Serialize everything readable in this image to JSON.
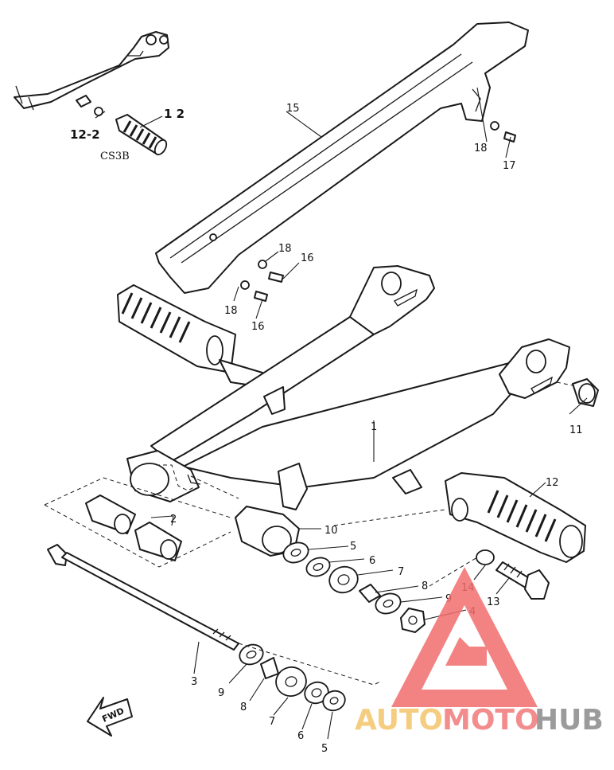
{
  "diagram": {
    "variant_label": "CS3B",
    "fwd_label": "FWD",
    "callouts": {
      "c1": "1",
      "c2": "2",
      "c3": "3",
      "c4": "4",
      "c5a": "5",
      "c5b": "5",
      "c6a": "6",
      "c6b": "6",
      "c7a": "7",
      "c7b": "7",
      "c8a": "8",
      "c8b": "8",
      "c9a": "9",
      "c9b": "9",
      "c10": "10",
      "c11": "11",
      "c12": "12",
      "c12top": "1 2",
      "c12_2": "12-2",
      "c13": "13",
      "c14": "14",
      "c15": "15",
      "c16a": "16",
      "c16b": "16",
      "c17": "17",
      "c18a": "18",
      "c18b": "18",
      "c18c": "18"
    }
  },
  "watermark": {
    "text_auto": "AUTO",
    "text_moto": "MOTO",
    "text_hub": "HUB",
    "color_auto": "#f4c56a",
    "color_moto": "#f2787a",
    "color_hub": "#8a8a8a",
    "triangle_color": "#f26d6d"
  }
}
